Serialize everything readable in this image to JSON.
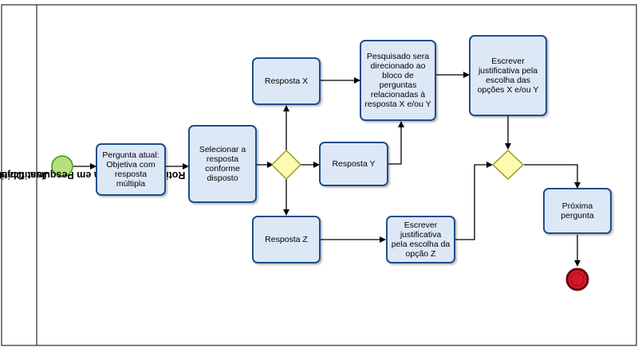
{
  "pool": {
    "label_line1": "Rotina de Pergunta em Pesquisa: Objetiva com resposta múltipla com",
    "label_line2": "Justificativa"
  },
  "tasks": {
    "pergunta_atual": "Pergunta atual:\nObjetiva com\nresposta\nmúltipla",
    "selecionar": "Selecionar a\nresposta\nconforme\ndisposto",
    "resposta_x": "Resposta X",
    "resposta_y": "Resposta Y",
    "resposta_z": "Resposta Z",
    "pesquisado": "Pesquisado sera\ndirecionado ao\nbloco de\nperguntas\nrelacionadas à\nresposta X e/ou Y",
    "escrever_xy": "Escrever\njustificativa pela\nescolha das\nopções X e/ou Y",
    "escrever_z": "Escrever\njustificativa\npela escolha da\nopção Z",
    "proxima": "Próxima\npergunta"
  },
  "colors": {
    "task_fill": "#dde8f7",
    "task_border": "#1f4e8c",
    "start_fill": "#b5e07a",
    "start_border": "#4a8c1c",
    "gateway_fill": "#fdfbb0",
    "gateway_border": "#9a9a2a",
    "end_fill": "#d4182a",
    "end_border": "#6b0a10"
  }
}
